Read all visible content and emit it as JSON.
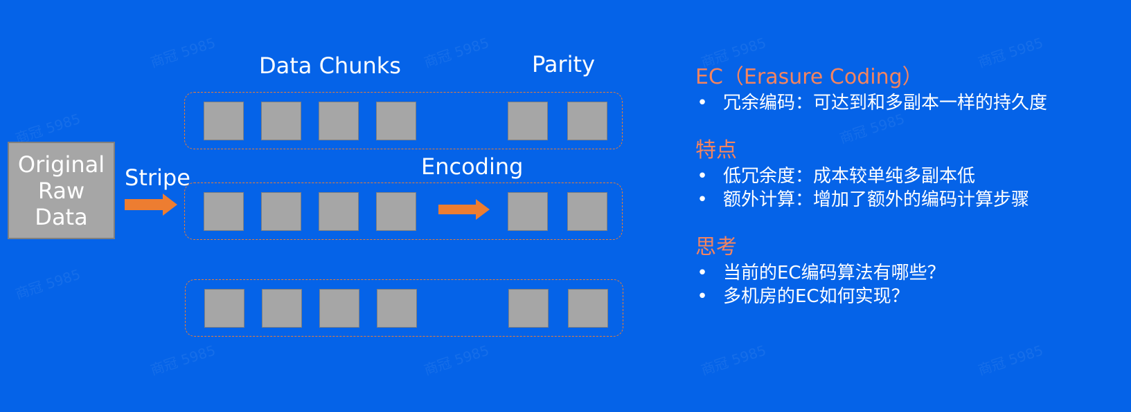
{
  "diagram": {
    "original_box": {
      "lines": [
        "Original",
        "Raw",
        "Data"
      ]
    },
    "labels": {
      "stripe": "Stripe",
      "data_chunks": "Data Chunks",
      "parity": "Parity",
      "encoding": "Encoding"
    },
    "rows": [
      {
        "data_chunks": 4,
        "parity_chunks": 2
      },
      {
        "data_chunks": 4,
        "parity_chunks": 2
      },
      {
        "data_chunks": 4,
        "parity_chunks": 2
      }
    ],
    "colors": {
      "background": "#0563E8",
      "chunk_fill": "#A6A6A6",
      "accent": "#ED7D31",
      "heading": "#F4845F"
    }
  },
  "panel": {
    "sections": [
      {
        "title": "EC（Erasure Coding）",
        "bullets": [
          "冗余编码：可达到和多副本一样的持久度"
        ]
      },
      {
        "title": "特点",
        "bullets": [
          "低冗余度：成本较单纯多副本低",
          "额外计算：增加了额外的编码计算步骤"
        ]
      },
      {
        "title": "思考",
        "bullets": [
          "当前的EC编码算法有哪些？",
          "多机房的EC如何实现？"
        ]
      }
    ],
    "bullet_symbol": "•"
  },
  "watermark": "商冠 5985"
}
